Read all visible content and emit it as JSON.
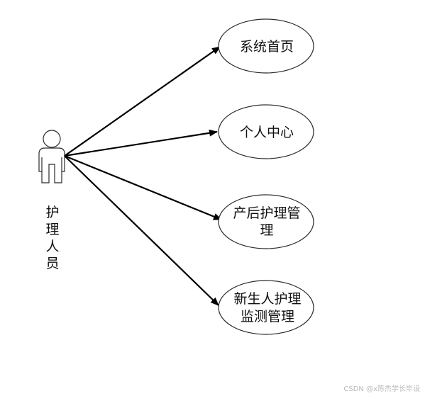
{
  "actor": {
    "name_chars": [
      "护",
      "理",
      "人",
      "员"
    ]
  },
  "use_cases": [
    {
      "lines": [
        "系统首页"
      ]
    },
    {
      "lines": [
        "个人中心"
      ]
    },
    {
      "lines": [
        "产后护理管",
        "理"
      ]
    },
    {
      "lines": [
        "新生人护理",
        "监测管理"
      ]
    }
  ],
  "watermark": "CSDN @x陈杰学长毕设",
  "colors": {
    "line": "#000000",
    "ellipse_stroke": "#2b2b2b",
    "actor_stroke": "#2b2b2b",
    "text": "#111111"
  }
}
